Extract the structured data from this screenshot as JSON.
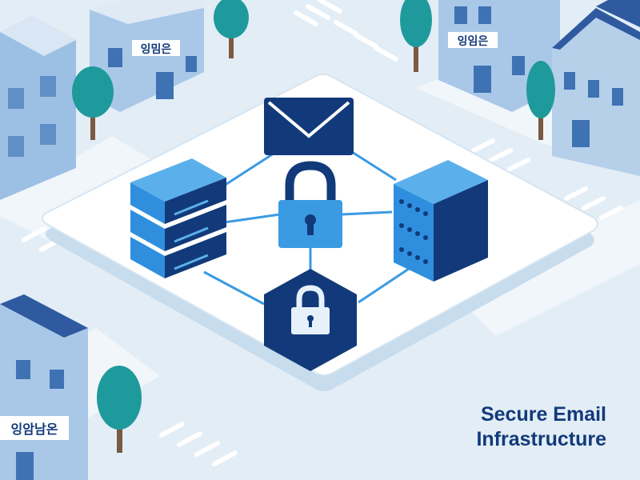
{
  "caption": {
    "line1": "Secure Email",
    "line2": "Infrastructure"
  },
  "building_signs": [
    "잉밈은",
    "잉임은",
    "잉암남온"
  ],
  "icons": [
    "envelope-icon",
    "padlock-icon",
    "server-icon",
    "server-rack-icon",
    "shield-lock-icon"
  ],
  "colors": {
    "background": "#e2edf6",
    "navy": "#123a7a",
    "blue": "#2f8fde",
    "light_blue": "#5bb0ec",
    "tree": "#1f9a9c"
  }
}
